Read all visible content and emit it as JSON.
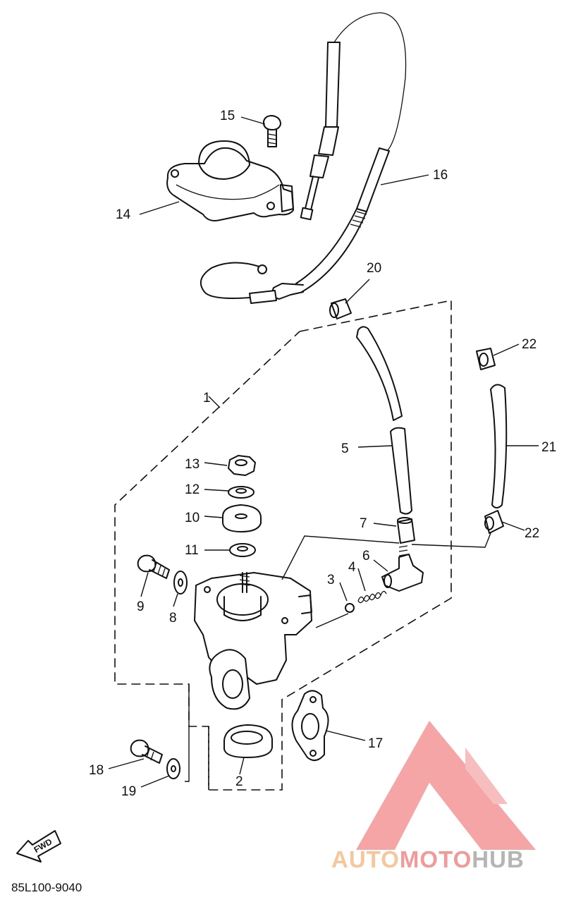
{
  "diagram": {
    "part_numbers": {
      "p1": "1",
      "p2": "2",
      "p3": "3",
      "p4": "4",
      "p5": "5",
      "p6": "6",
      "p7": "7",
      "p8": "8",
      "p9": "9",
      "p10": "10",
      "p11": "11",
      "p12": "12",
      "p13": "13",
      "p14": "14",
      "p15": "15",
      "p16": "16",
      "p17": "17",
      "p18": "18",
      "p19": "19",
      "p20": "20",
      "p21": "21",
      "p22a": "22",
      "p22b": "22"
    },
    "fwd_label": "FWD",
    "drawing_code": "85L100-9040"
  },
  "watermark": {
    "part1": "AUTO",
    "part2": "MOTO",
    "part3": "HUB",
    "colors": {
      "auto": "#f6c79c",
      "moto": "#f19a9a",
      "hub": "#b5b5b5",
      "logo": "#f28a8a"
    }
  }
}
